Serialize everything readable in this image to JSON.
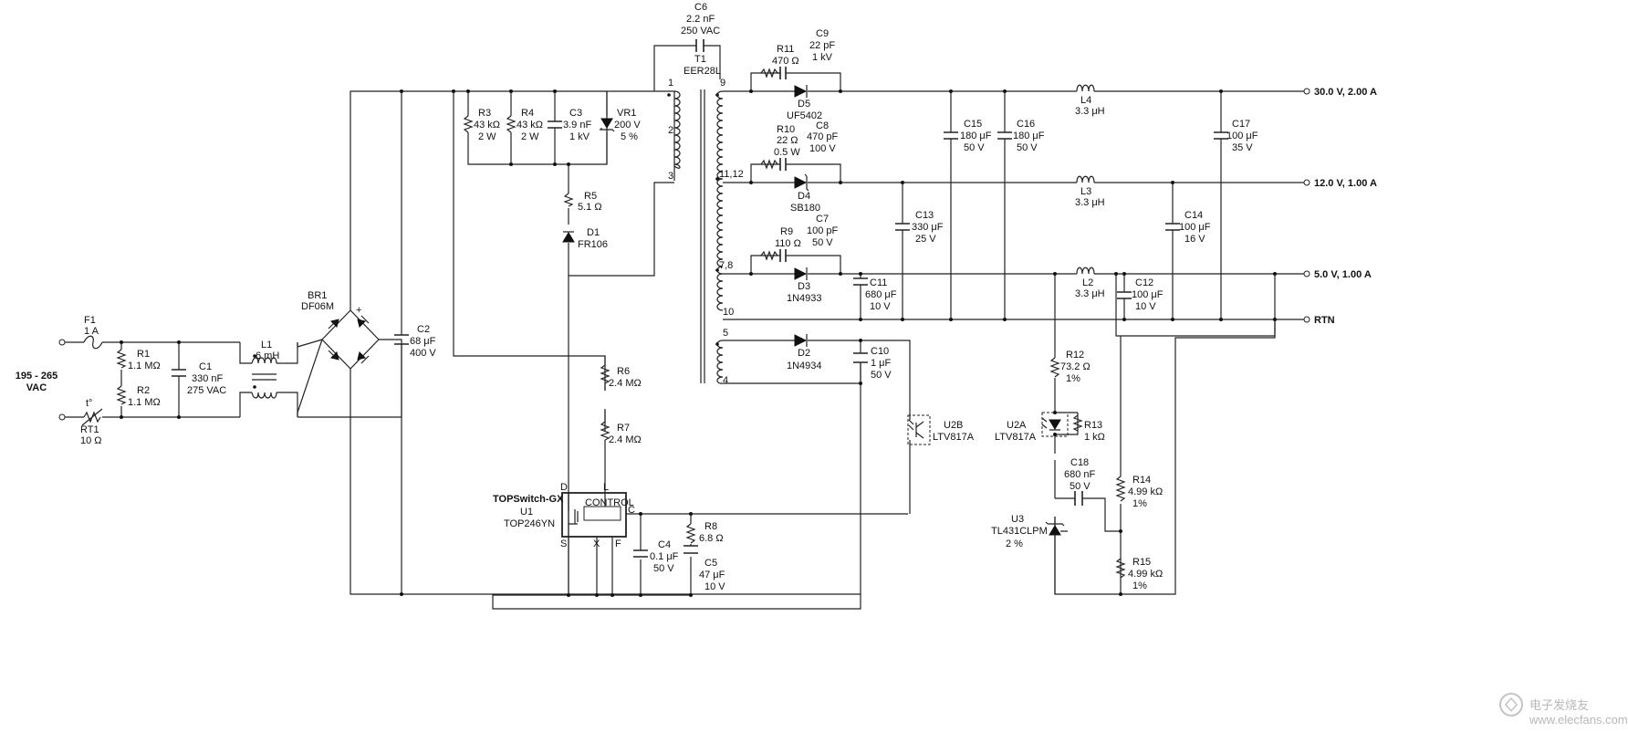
{
  "input": {
    "voltage": "195 - 265",
    "unit": "VAC"
  },
  "components": {
    "F1": [
      "F1",
      "1 A"
    ],
    "RT1": [
      "t°",
      "RT1",
      "10 Ω"
    ],
    "R1": [
      "R1",
      "1.1 MΩ"
    ],
    "R2": [
      "R2",
      "1.1 MΩ"
    ],
    "C1": [
      "C1",
      "330 nF",
      "275 VAC"
    ],
    "L1": [
      "L1",
      "6 mH"
    ],
    "BR1": [
      "BR1",
      "DF06M",
      "+"
    ],
    "C2": [
      "C2",
      "68 μF",
      "400 V"
    ],
    "R3": [
      "R3",
      "43 kΩ",
      "2 W"
    ],
    "R4": [
      "R4",
      "43 kΩ",
      "2 W"
    ],
    "C3": [
      "C3",
      "3.9 nF",
      "1 kV"
    ],
    "VR1": [
      "VR1",
      "200 V",
      "5 %"
    ],
    "R5": [
      "R5",
      "5.1 Ω"
    ],
    "D1": [
      "D1",
      "FR106"
    ],
    "C6": [
      "C6",
      "2.2 nF",
      "250 VAC"
    ],
    "T1": [
      "T1",
      "EER28L"
    ],
    "R11": [
      "R11",
      "470 Ω"
    ],
    "C9": [
      "C9",
      "22 pF",
      "1 kV"
    ],
    "D5": [
      "D5",
      "UF5402"
    ],
    "R10": [
      "R10",
      "22 Ω",
      "0.5 W"
    ],
    "C8": [
      "C8",
      "470 pF",
      "100 V"
    ],
    "D4": [
      "D4",
      "SB180"
    ],
    "R9": [
      "R9",
      "110 Ω"
    ],
    "C7": [
      "C7",
      "100 pF",
      "50 V"
    ],
    "D3": [
      "D3",
      "1N4933"
    ],
    "C15": [
      "C15",
      "180 μF",
      "50 V"
    ],
    "C16": [
      "C16",
      "180 μF",
      "50 V"
    ],
    "L4": [
      "L4",
      "3.3 μH"
    ],
    "C17": [
      "C17",
      "100 μF",
      "35 V"
    ],
    "C13": [
      "C13",
      "330 μF",
      "25 V"
    ],
    "L3": [
      "L3",
      "3.3 μH"
    ],
    "C14": [
      "C14",
      "100 μF",
      "16 V"
    ],
    "C11": [
      "C11",
      "680 μF",
      "10 V"
    ],
    "L2": [
      "L2",
      "3.3 μH"
    ],
    "C12": [
      "C12",
      "100 μF",
      "10 V"
    ],
    "D2": [
      "D2",
      "1N4934"
    ],
    "C10": [
      "C10",
      "1 μF",
      "50 V"
    ],
    "R6": [
      "R6",
      "2.4 MΩ"
    ],
    "R7": [
      "R7",
      "2.4 MΩ"
    ],
    "U2B": [
      "U2B",
      "LTV817A"
    ],
    "R12": [
      "R12",
      "73.2 Ω",
      "1%"
    ],
    "U2A": [
      "U2A",
      "LTV817A"
    ],
    "R13": [
      "R13",
      "1 kΩ"
    ],
    "C18": [
      "C18",
      "680 nF",
      "50 V"
    ],
    "R14": [
      "R14",
      "4.99 kΩ",
      "1%"
    ],
    "R15": [
      "R15",
      "4.99 kΩ",
      "1%"
    ],
    "U3": [
      "U3",
      "TL431CLPM",
      "2 %"
    ],
    "U1": [
      "TOPSwitch-GX",
      "U1",
      "TOP246YN",
      "CONTROL"
    ],
    "R8": [
      "R8",
      "6.8 Ω"
    ],
    "C4": [
      "C4",
      "0.1 μF",
      "50 V"
    ],
    "C5": [
      "C5",
      "47 μF",
      "10 V"
    ]
  },
  "pins": {
    "t1": [
      "1",
      "2",
      "3",
      "9",
      "11,12",
      "7,8",
      "10",
      "5",
      "4"
    ],
    "u1": [
      "D",
      "L",
      "C",
      "S",
      "X",
      "F"
    ]
  },
  "outputs": {
    "v30": "30.0 V, 2.00 A",
    "v12": "12.0 V, 1.00 A",
    "v5": "5.0 V, 1.00 A",
    "rtn": "RTN"
  },
  "watermark": "电子发烧友",
  "watermark_url": "www.elecfans.com"
}
